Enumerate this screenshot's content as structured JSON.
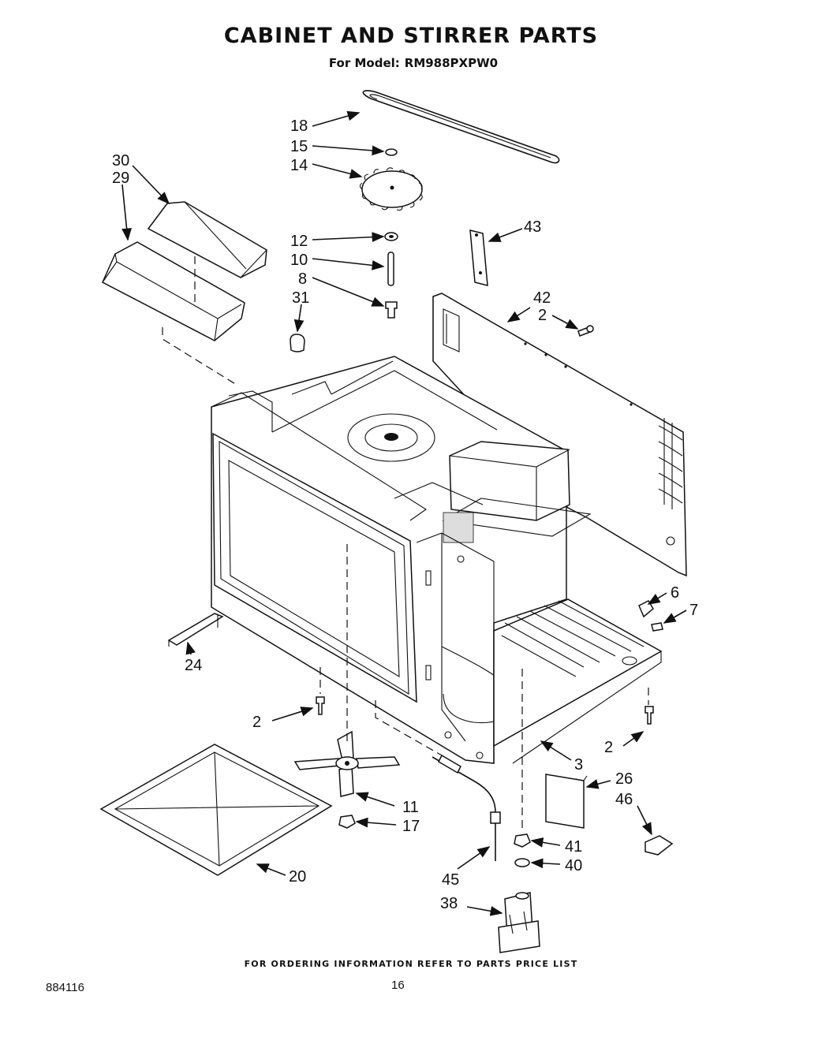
{
  "title": "CABINET AND STIRRER PARTS",
  "model_prefix": "For Model:",
  "model_number": "RM988PXPW0",
  "footer_note": "FOR ORDERING INFORMATION REFER TO PARTS PRICE LIST",
  "doc_number": "884116",
  "page_number": "16",
  "callouts": {
    "c18": "18",
    "c15": "15",
    "c14": "14",
    "c30": "30",
    "c29": "29",
    "c12": "12",
    "c10": "10",
    "c8": "8",
    "c31": "31",
    "c43": "43",
    "c42": "42",
    "c2a": "2",
    "c6": "6",
    "c7": "7",
    "c24": "24",
    "c2b": "2",
    "c2c": "2",
    "c3": "3",
    "c26": "26",
    "c46": "46",
    "c11": "11",
    "c17": "17",
    "c41": "41",
    "c40": "40",
    "c45": "45",
    "c38": "38",
    "c20": "20"
  }
}
